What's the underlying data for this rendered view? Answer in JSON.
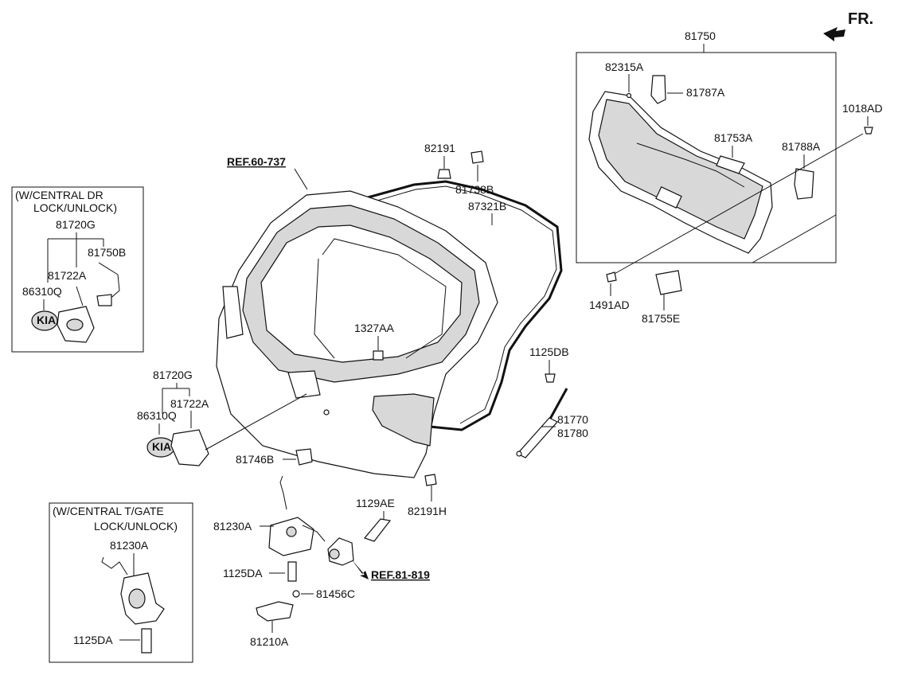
{
  "fr_label": "FR.",
  "boxes": {
    "box_81750": {
      "label": "81750"
    },
    "central_dr": {
      "title_line1": "(W/CENTRAL DR",
      "title_line2": "LOCK/UNLOCK)"
    },
    "central_tgate": {
      "title_line1": "(W/CENTRAL T/GATE",
      "title_line2": "LOCK/UNLOCK)"
    }
  },
  "refs": {
    "ref_60_737": "REF.60-737",
    "ref_81_819": "REF.81-819"
  },
  "parts": {
    "p_82315A": "82315A",
    "p_81787A": "81787A",
    "p_1018AD": "1018AD",
    "p_81753A": "81753A",
    "p_81788A": "81788A",
    "p_1491AD": "1491AD",
    "p_81755E": "81755E",
    "p_82191": "82191",
    "p_81738B": "81738B",
    "p_87321B": "87321B",
    "p_1327AA": "1327AA",
    "p_1125DB": "1125DB",
    "p_81770": "81770",
    "p_81780": "81780",
    "p_81720G_main": "81720G",
    "p_81722A_main": "81722A",
    "p_86310Q_main": "86310Q",
    "p_81746B": "81746B",
    "p_82191H": "82191H",
    "p_81720G_box": "81720G",
    "p_81750B_box": "81750B",
    "p_81722A_box": "81722A",
    "p_86310Q_box": "86310Q",
    "p_1129AE": "1129AE",
    "p_81230A_main": "81230A",
    "p_1125DA_main": "1125DA",
    "p_81456C": "81456C",
    "p_81210A": "81210A",
    "p_81230A_box": "81230A",
    "p_1125DA_box": "1125DA"
  },
  "icons": {
    "fr_arrow": "arrow-icon",
    "emblem": "kia-emblem-icon"
  }
}
